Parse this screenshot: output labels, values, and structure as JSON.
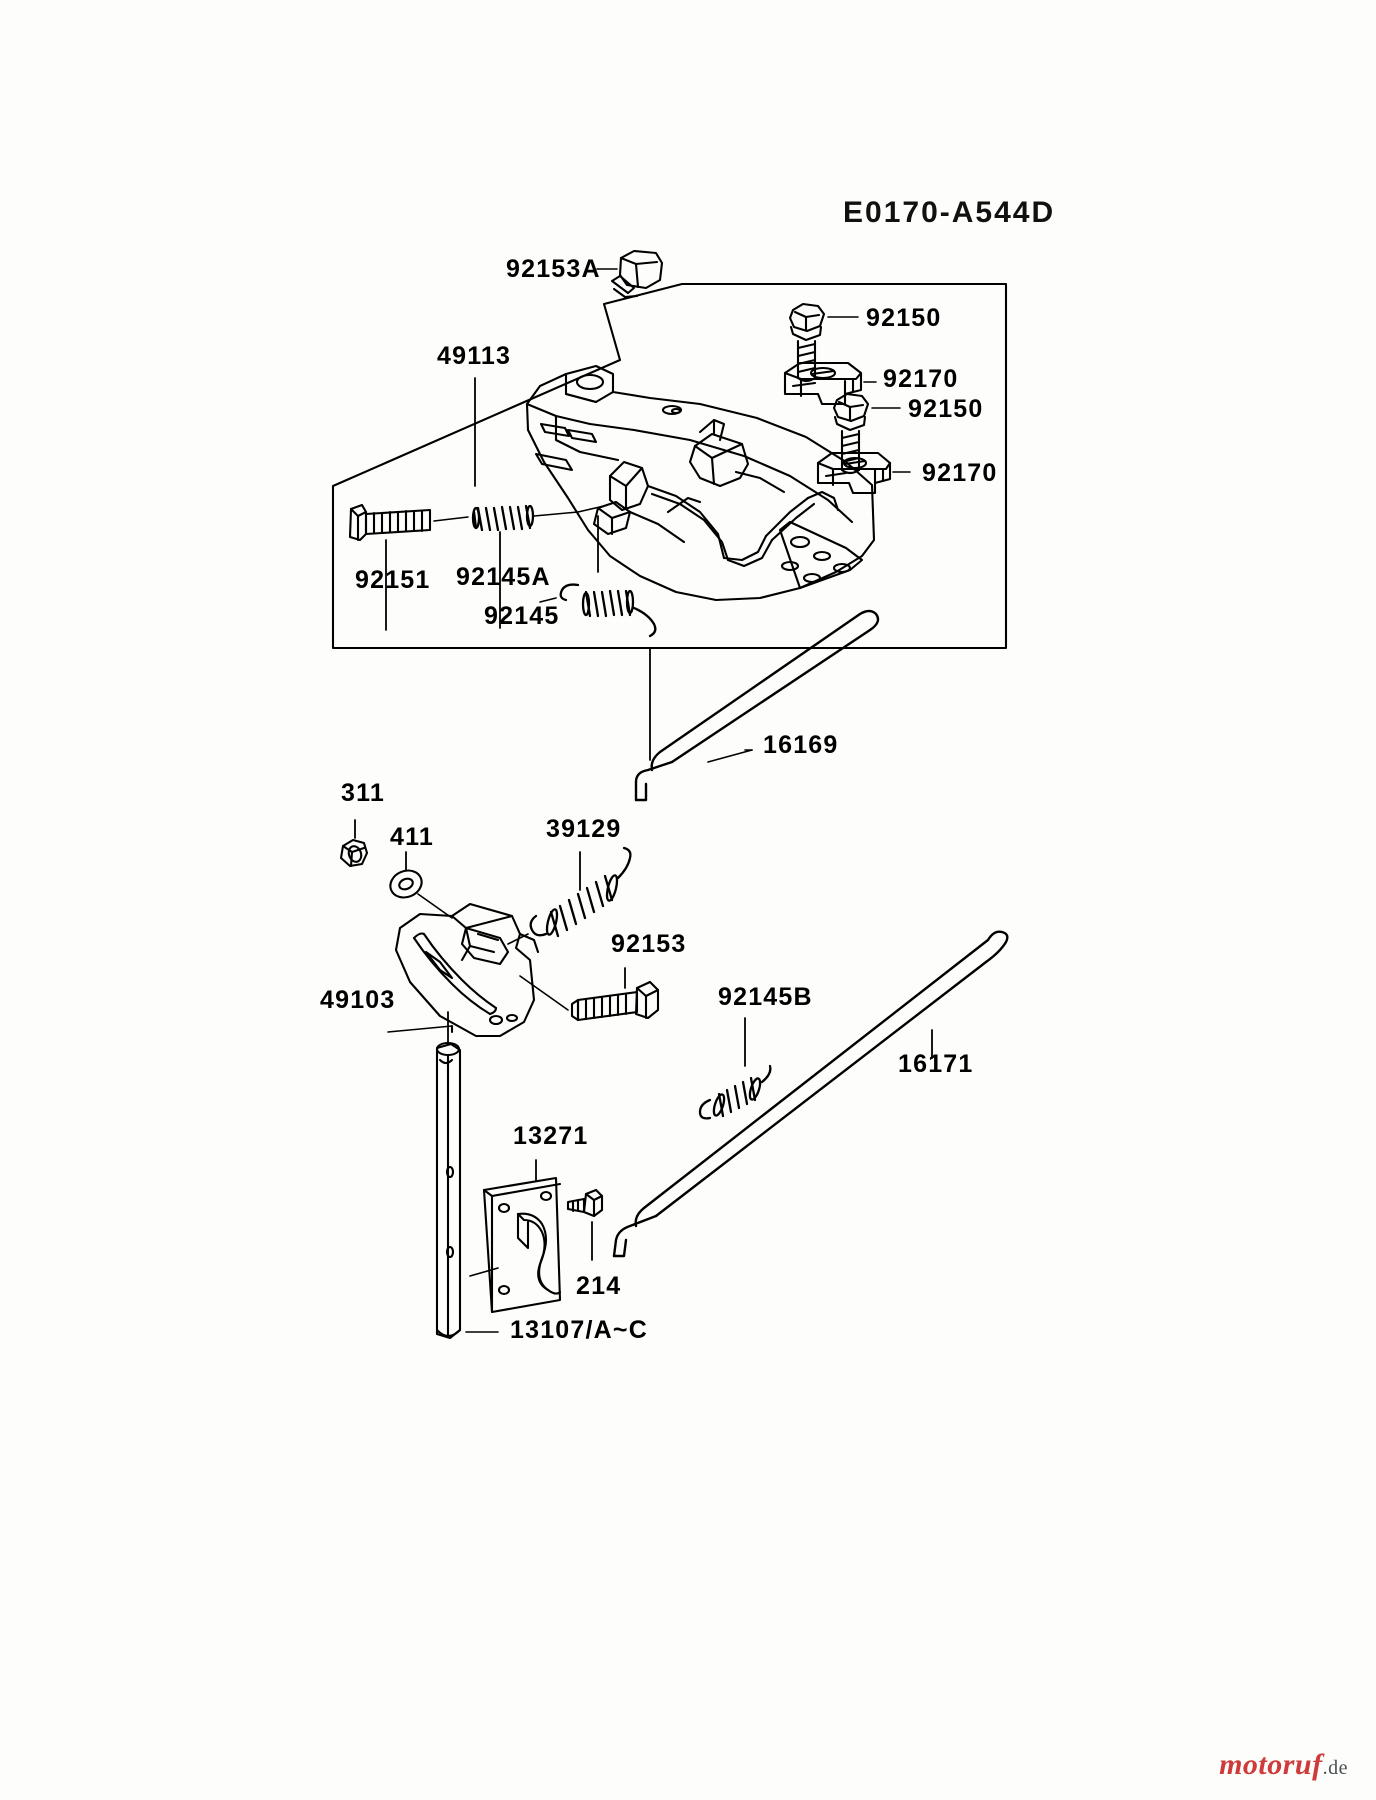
{
  "diagram": {
    "title": "E0170-A544D",
    "watermark": {
      "brand": "motoruf",
      "suffix": ".de"
    },
    "parts": [
      {
        "id": "92153A",
        "label": "92153A",
        "name": "bolt-flange-upper"
      },
      {
        "id": "92150",
        "label": "92150",
        "name": "bolt-upper-right"
      },
      {
        "id": "92170",
        "label": "92170",
        "name": "clamp-upper-right"
      },
      {
        "id": "92150b",
        "label": "92150",
        "name": "bolt-lower-right"
      },
      {
        "id": "92170b",
        "label": "92170",
        "name": "clamp-lower-right"
      },
      {
        "id": "49113",
        "label": "49113",
        "name": "governor-control-assembly"
      },
      {
        "id": "92151",
        "label": "92151",
        "name": "screw-long"
      },
      {
        "id": "92145A",
        "label": "92145A",
        "name": "spring-a"
      },
      {
        "id": "92145",
        "label": "92145",
        "name": "spring"
      },
      {
        "id": "16169",
        "label": "16169",
        "name": "rod-governor"
      },
      {
        "id": "311",
        "label": "311",
        "name": "nut"
      },
      {
        "id": "411",
        "label": "411",
        "name": "washer"
      },
      {
        "id": "39129",
        "label": "39129",
        "name": "spring-tension"
      },
      {
        "id": "92153",
        "label": "92153",
        "name": "bolt-lever"
      },
      {
        "id": "49103",
        "label": "49103",
        "name": "lever-governor"
      },
      {
        "id": "92145B",
        "label": "92145B",
        "name": "spring-b"
      },
      {
        "id": "16171",
        "label": "16171",
        "name": "rod-throttle"
      },
      {
        "id": "13271",
        "label": "13271",
        "name": "plate-bracket"
      },
      {
        "id": "214",
        "label": "214",
        "name": "screw-small"
      },
      {
        "id": "13107",
        "label": "13107/A~C",
        "name": "shaft-governor"
      }
    ]
  }
}
